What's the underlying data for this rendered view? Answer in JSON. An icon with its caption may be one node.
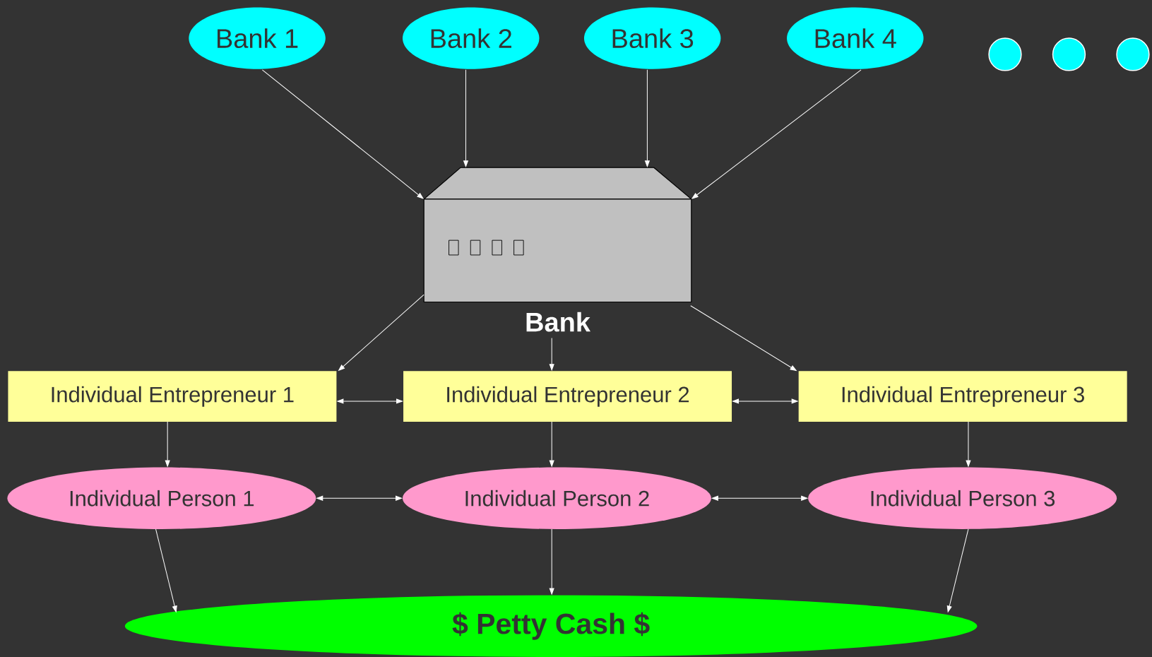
{
  "diagram": {
    "nodes": [
      {
        "text": [
          "Bank 1"
        ]
      },
      {
        "text": [
          "Bank 2"
        ]
      },
      {
        "text": [
          "Bank 3"
        ]
      },
      {
        "text": [
          "Bank 4"
        ]
      },
      {
        "text": [],
        "shape": "circle"
      },
      {
        "text": [],
        "shape": "circle"
      },
      {
        "text": [],
        "shape": "circle"
      },
      {
        "text": [
          "Bank"
        ]
      },
      {
        "text": [
          "Individual Entrepreneur 1"
        ]
      },
      {
        "text": [
          "Individual Entrepreneur 2"
        ]
      },
      {
        "text": [
          "Individual Entrepreneur 3"
        ]
      },
      {
        "text": [
          "Individual Person 1"
        ]
      },
      {
        "text": [
          "Individual Person 2"
        ]
      },
      {
        "text": [
          "Individual Person 3"
        ]
      },
      {
        "text": [
          "$ Petty Cash $"
        ]
      }
    ],
    "edges": [
      {
        "from": 0,
        "to": 7,
        "arrow": "to"
      },
      {
        "from": 1,
        "to": 7,
        "arrow": "to"
      },
      {
        "from": 2,
        "to": 7,
        "arrow": "to"
      },
      {
        "from": 3,
        "to": 7,
        "arrow": "to"
      },
      {
        "from": 7,
        "to": 8,
        "arrow": "to"
      },
      {
        "from": 7,
        "to": 9,
        "arrow": "to"
      },
      {
        "from": 7,
        "to": 10,
        "arrow": "to"
      },
      {
        "from": 8,
        "to": 9,
        "arrow": "both"
      },
      {
        "from": 9,
        "to": 10,
        "arrow": "both"
      },
      {
        "from": 8,
        "to": 11,
        "arrow": "to"
      },
      {
        "from": 9,
        "to": 12,
        "arrow": "to"
      },
      {
        "from": 10,
        "to": 13,
        "arrow": "to"
      },
      {
        "from": 11,
        "to": 12,
        "arrow": "both"
      },
      {
        "from": 12,
        "to": 13,
        "arrow": "both"
      },
      {
        "from": 11,
        "to": 14,
        "arrow": "to"
      },
      {
        "from": 12,
        "to": 14,
        "arrow": "to"
      },
      {
        "from": 13,
        "to": 14,
        "arrow": "to"
      }
    ]
  }
}
